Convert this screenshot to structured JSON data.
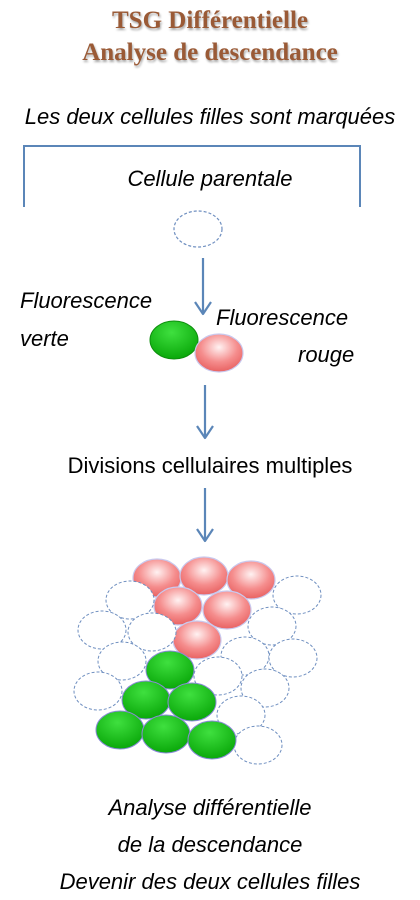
{
  "title": {
    "line1": "TSG Différentielle",
    "line2": "Analyse de descendance"
  },
  "header_note": "Les deux cellules filles sont marquées",
  "parent_label": "Cellule parentale",
  "green_label": {
    "line1": "Fluorescence",
    "line2": "verte"
  },
  "red_label": {
    "line1": "Fluorescence",
    "line2": "rouge"
  },
  "divisions_label": "Divisions cellulaires multiples",
  "footer": {
    "line1": "Analyse différentielle",
    "line2": "de la descendance",
    "line3": "Devenir des deux cellules filles"
  },
  "colors": {
    "title": "#9a5a36",
    "bracket": "#5b86b8",
    "arrow": "#5b86b8",
    "green_cell": "#13c213",
    "red_cell": "#f07a7a",
    "empty_cell_outline": "#6f8fc0"
  }
}
